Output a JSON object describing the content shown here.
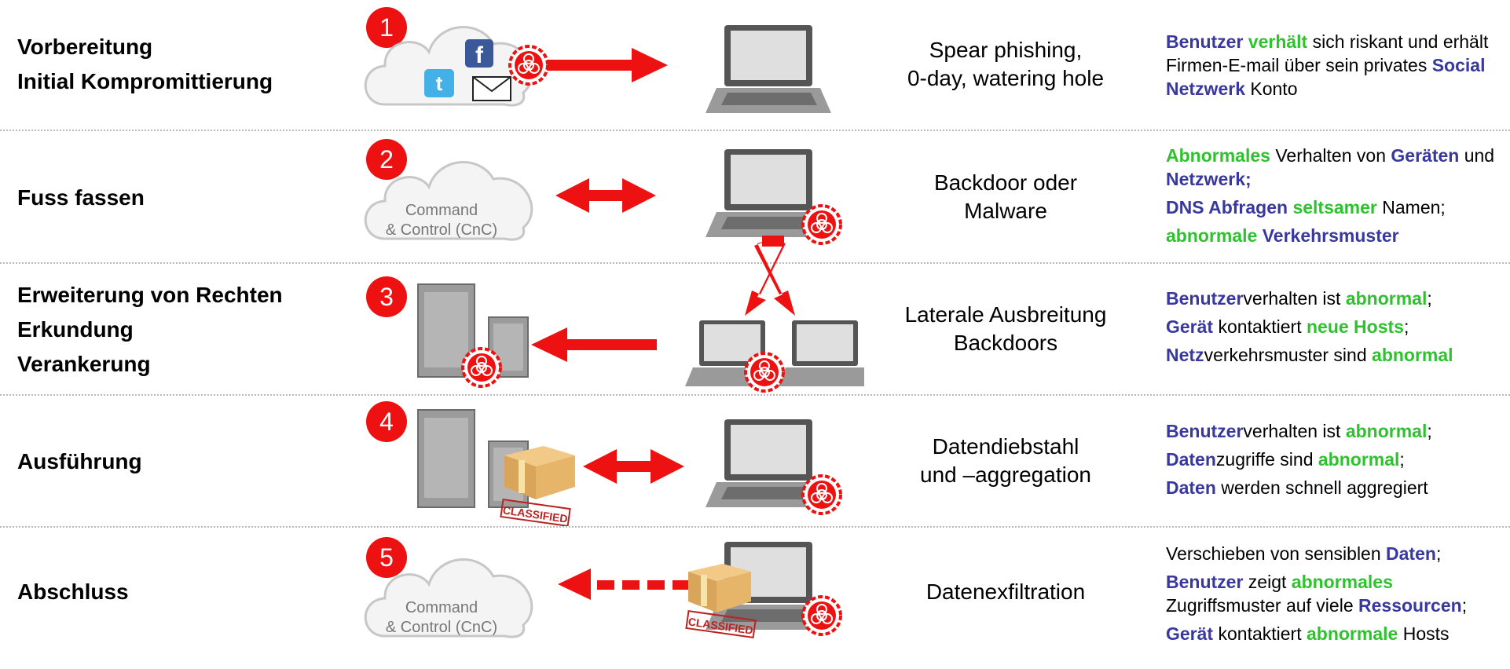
{
  "rows": [
    {
      "number": "1",
      "phase": [
        "Vorbereitung",
        "Initial Kompromittierung"
      ],
      "description": [
        "Spear phishing,",
        "0-day, watering hole"
      ],
      "indicators": [
        [
          {
            "t": "Benutzer",
            "c": "b"
          },
          {
            "t": " "
          },
          {
            "t": "verhält",
            "c": "g"
          },
          {
            "t": " sich riskant und erhält Firmen-E-mail über sein privates "
          },
          {
            "t": "Social Netzwerk",
            "c": "b"
          },
          {
            "t": " Konto"
          }
        ]
      ]
    },
    {
      "number": "2",
      "phase": [
        "Fuss fassen"
      ],
      "cloud_label": [
        "Command",
        "& Control (CnC)"
      ],
      "description": [
        "Backdoor oder",
        "Malware"
      ],
      "indicators": [
        [
          {
            "t": "Abnormales",
            "c": "g"
          },
          {
            "t": " Verhalten von "
          },
          {
            "t": "Geräten",
            "c": "b"
          },
          {
            "t": " und "
          },
          {
            "t": "Netzwerk;",
            "c": "b"
          }
        ],
        [
          {
            "t": "DNS Abfragen",
            "c": "b"
          },
          {
            "t": " "
          },
          {
            "t": "seltsamer",
            "c": "g"
          },
          {
            "t": " Namen;"
          }
        ],
        [
          {
            "t": "abnormale",
            "c": "g"
          },
          {
            "t": " "
          },
          {
            "t": "Verkehrsmuster",
            "c": "b"
          }
        ]
      ]
    },
    {
      "number": "3",
      "phase": [
        "Erweiterung von Rechten",
        "Erkundung",
        "Verankerung"
      ],
      "description": [
        "Laterale Ausbreitung",
        "Backdoors"
      ],
      "indicators": [
        [
          {
            "t": "Benutzer",
            "c": "b"
          },
          {
            "t": "verhalten ist "
          },
          {
            "t": "abnormal",
            "c": "g"
          },
          {
            "t": ";"
          }
        ],
        [
          {
            "t": "Gerät",
            "c": "b"
          },
          {
            "t": " kontaktiert "
          },
          {
            "t": "neue Hosts",
            "c": "g"
          },
          {
            "t": ";"
          }
        ],
        [
          {
            "t": "Netz",
            "c": "b"
          },
          {
            "t": "verkehrsmuster sind "
          },
          {
            "t": "abnormal",
            "c": "g"
          }
        ]
      ]
    },
    {
      "number": "4",
      "phase": [
        "Ausführung"
      ],
      "stamp": "CLASSIFIED",
      "description": [
        "Datendiebstahl",
        "und –aggregation"
      ],
      "indicators": [
        [
          {
            "t": "Benutzer",
            "c": "b"
          },
          {
            "t": "verhalten ist "
          },
          {
            "t": "abnormal",
            "c": "g"
          },
          {
            "t": ";"
          }
        ],
        [
          {
            "t": "Daten",
            "c": "b"
          },
          {
            "t": "zugriffe sind "
          },
          {
            "t": "abnormal",
            "c": "g"
          },
          {
            "t": ";"
          }
        ],
        [
          {
            "t": "Daten",
            "c": "b"
          },
          {
            "t": " werden schnell aggregiert"
          }
        ]
      ]
    },
    {
      "number": "5",
      "phase": [
        "Abschluss"
      ],
      "cloud_label": [
        "Command",
        "& Control (CnC)"
      ],
      "stamp": "CLASSIFIED",
      "description": [
        "Datenexfiltration"
      ],
      "indicators": [
        [
          {
            "t": "Verschieben von sensiblen "
          },
          {
            "t": "Daten",
            "c": "b"
          },
          {
            "t": ";"
          }
        ],
        [
          {
            "t": "Benutzer",
            "c": "b"
          },
          {
            "t": " zeigt "
          },
          {
            "t": "abnormales",
            "c": "g"
          },
          {
            "t": " Zugriffsmuster auf viele "
          },
          {
            "t": "Ressourcen",
            "c": "b"
          },
          {
            "t": ";"
          }
        ],
        [
          {
            "t": "Gerät",
            "c": "b"
          },
          {
            "t": " kontaktiert "
          },
          {
            "t": "abnormale",
            "c": "g"
          },
          {
            "t": " Hosts"
          }
        ]
      ]
    }
  ],
  "colors": {
    "red": "#ee1111",
    "blue": "#38389e",
    "green": "#2ec22e",
    "divider": "#b9b9b9"
  },
  "icons": [
    "cloud-icon",
    "facebook-icon",
    "twitter-icon",
    "mail-icon",
    "biohazard-icon",
    "laptop-icon",
    "server-icon",
    "package-icon"
  ]
}
